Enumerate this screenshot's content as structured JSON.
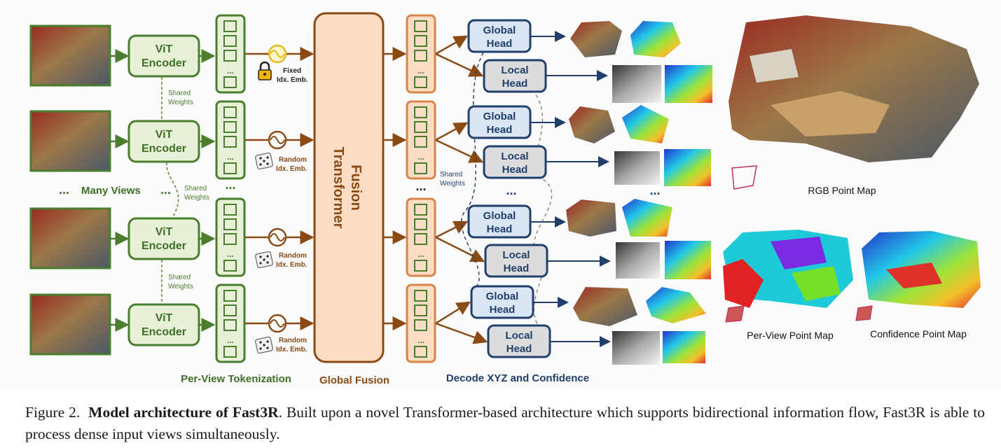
{
  "encoder_label_1": "ViT",
  "encoder_label_2": "Encoder",
  "shared_1": "Shared",
  "shared_2": "Weights",
  "many_views": "Many Views",
  "ellipsis": "...",
  "fixed_1": "Fixed",
  "fixed_2": "Idx. Emb.",
  "random_1": "Random",
  "random_2": "Idx. Emb.",
  "fusion_1": "Fusion",
  "fusion_2": "Transformer",
  "global_1": "Global",
  "local_1": "Local",
  "head": "Head",
  "stage_tokenization": "Per-View Tokenization",
  "stage_fusion": "Global Fusion",
  "stage_decode": "Decode XYZ and Confidence",
  "map_rgb": "RGB Point Map",
  "map_perview": "Per-View Point Map",
  "map_confidence": "Confidence Point Map",
  "caption": {
    "prefix": "Figure 2.",
    "bold": "Model architecture of Fast3R",
    "rest": ". Built upon a novel Transformer-based architecture which supports bidirectional information flow, Fast3R is able to process dense input views simultaneously."
  },
  "colors": {
    "green": "#4b7d2e",
    "green_fill": "#e6f1d8",
    "brown": "#8a4a14",
    "orange_fill": "#fbdcc4",
    "orange_stroke": "#d9844a",
    "navy": "#213f6b",
    "blue_fill": "#dbe6f5",
    "gray_fill": "#dcdcdc"
  }
}
